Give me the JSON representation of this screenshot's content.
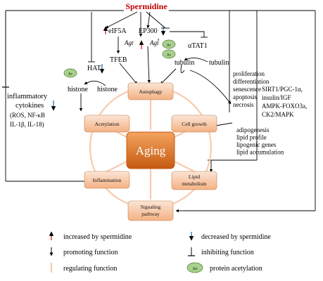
{
  "title": "Spermidine",
  "nodes": {
    "eif5a": "eIF5A",
    "ep300": "EP300",
    "agt_left": "Agt",
    "agt_right": "Agt",
    "tfeb": "TFEB",
    "hat": "HAT",
    "alpha_tat1": "αTAT1",
    "tubulin_left": "tubulin",
    "tubulin_right": "tubulin",
    "histone_left": "histone",
    "histone_right": "histone",
    "ac": "Ac",
    "inflam_title_1": "inflammatory",
    "inflam_title_2": "cytokines",
    "inflam_detail_1": "(ROS, NF-κB",
    "inflam_detail_2": "IL-1β, IL-18)",
    "cell_list": [
      "proliferation",
      "differentiation",
      "senescence",
      "apoptosis",
      "necrosis"
    ],
    "lipid_list": [
      "adipogenesis",
      "lipid profile",
      "lipogenic genes",
      "lipid accumulation"
    ],
    "pathway_list": [
      "SIRT1/PGC-1α,",
      "insulin/IGF",
      "AMPK-FOXO3a,",
      "CK2/MAPK"
    ]
  },
  "center": "Aging",
  "processes": {
    "autophagy": "Autophagy",
    "acetylation": "Acetylation",
    "cell_growth": "Cell growth",
    "inflammation": "Inflammation",
    "lipid_1": "Lipid",
    "lipid_2": "metabolism",
    "signaling_1": "Signaling",
    "signaling_2": "pathway"
  },
  "legend": {
    "increased": "increased by spermidine",
    "decreased": "decreased by spermidine",
    "promoting": "promoting function",
    "inhibiting": "inhibiting function",
    "regulating": "regulating function",
    "acetylation": "protein acetylation",
    "ac": "Ac"
  },
  "colors": {
    "title": "#c00000",
    "up_arrow": "#e02020",
    "down_arrow": "#2e75b6",
    "orange_box": "#f4b183",
    "orange_center": "#e36c0a",
    "circle": "#f8cbad",
    "ac_fill": "#a9d18e"
  }
}
